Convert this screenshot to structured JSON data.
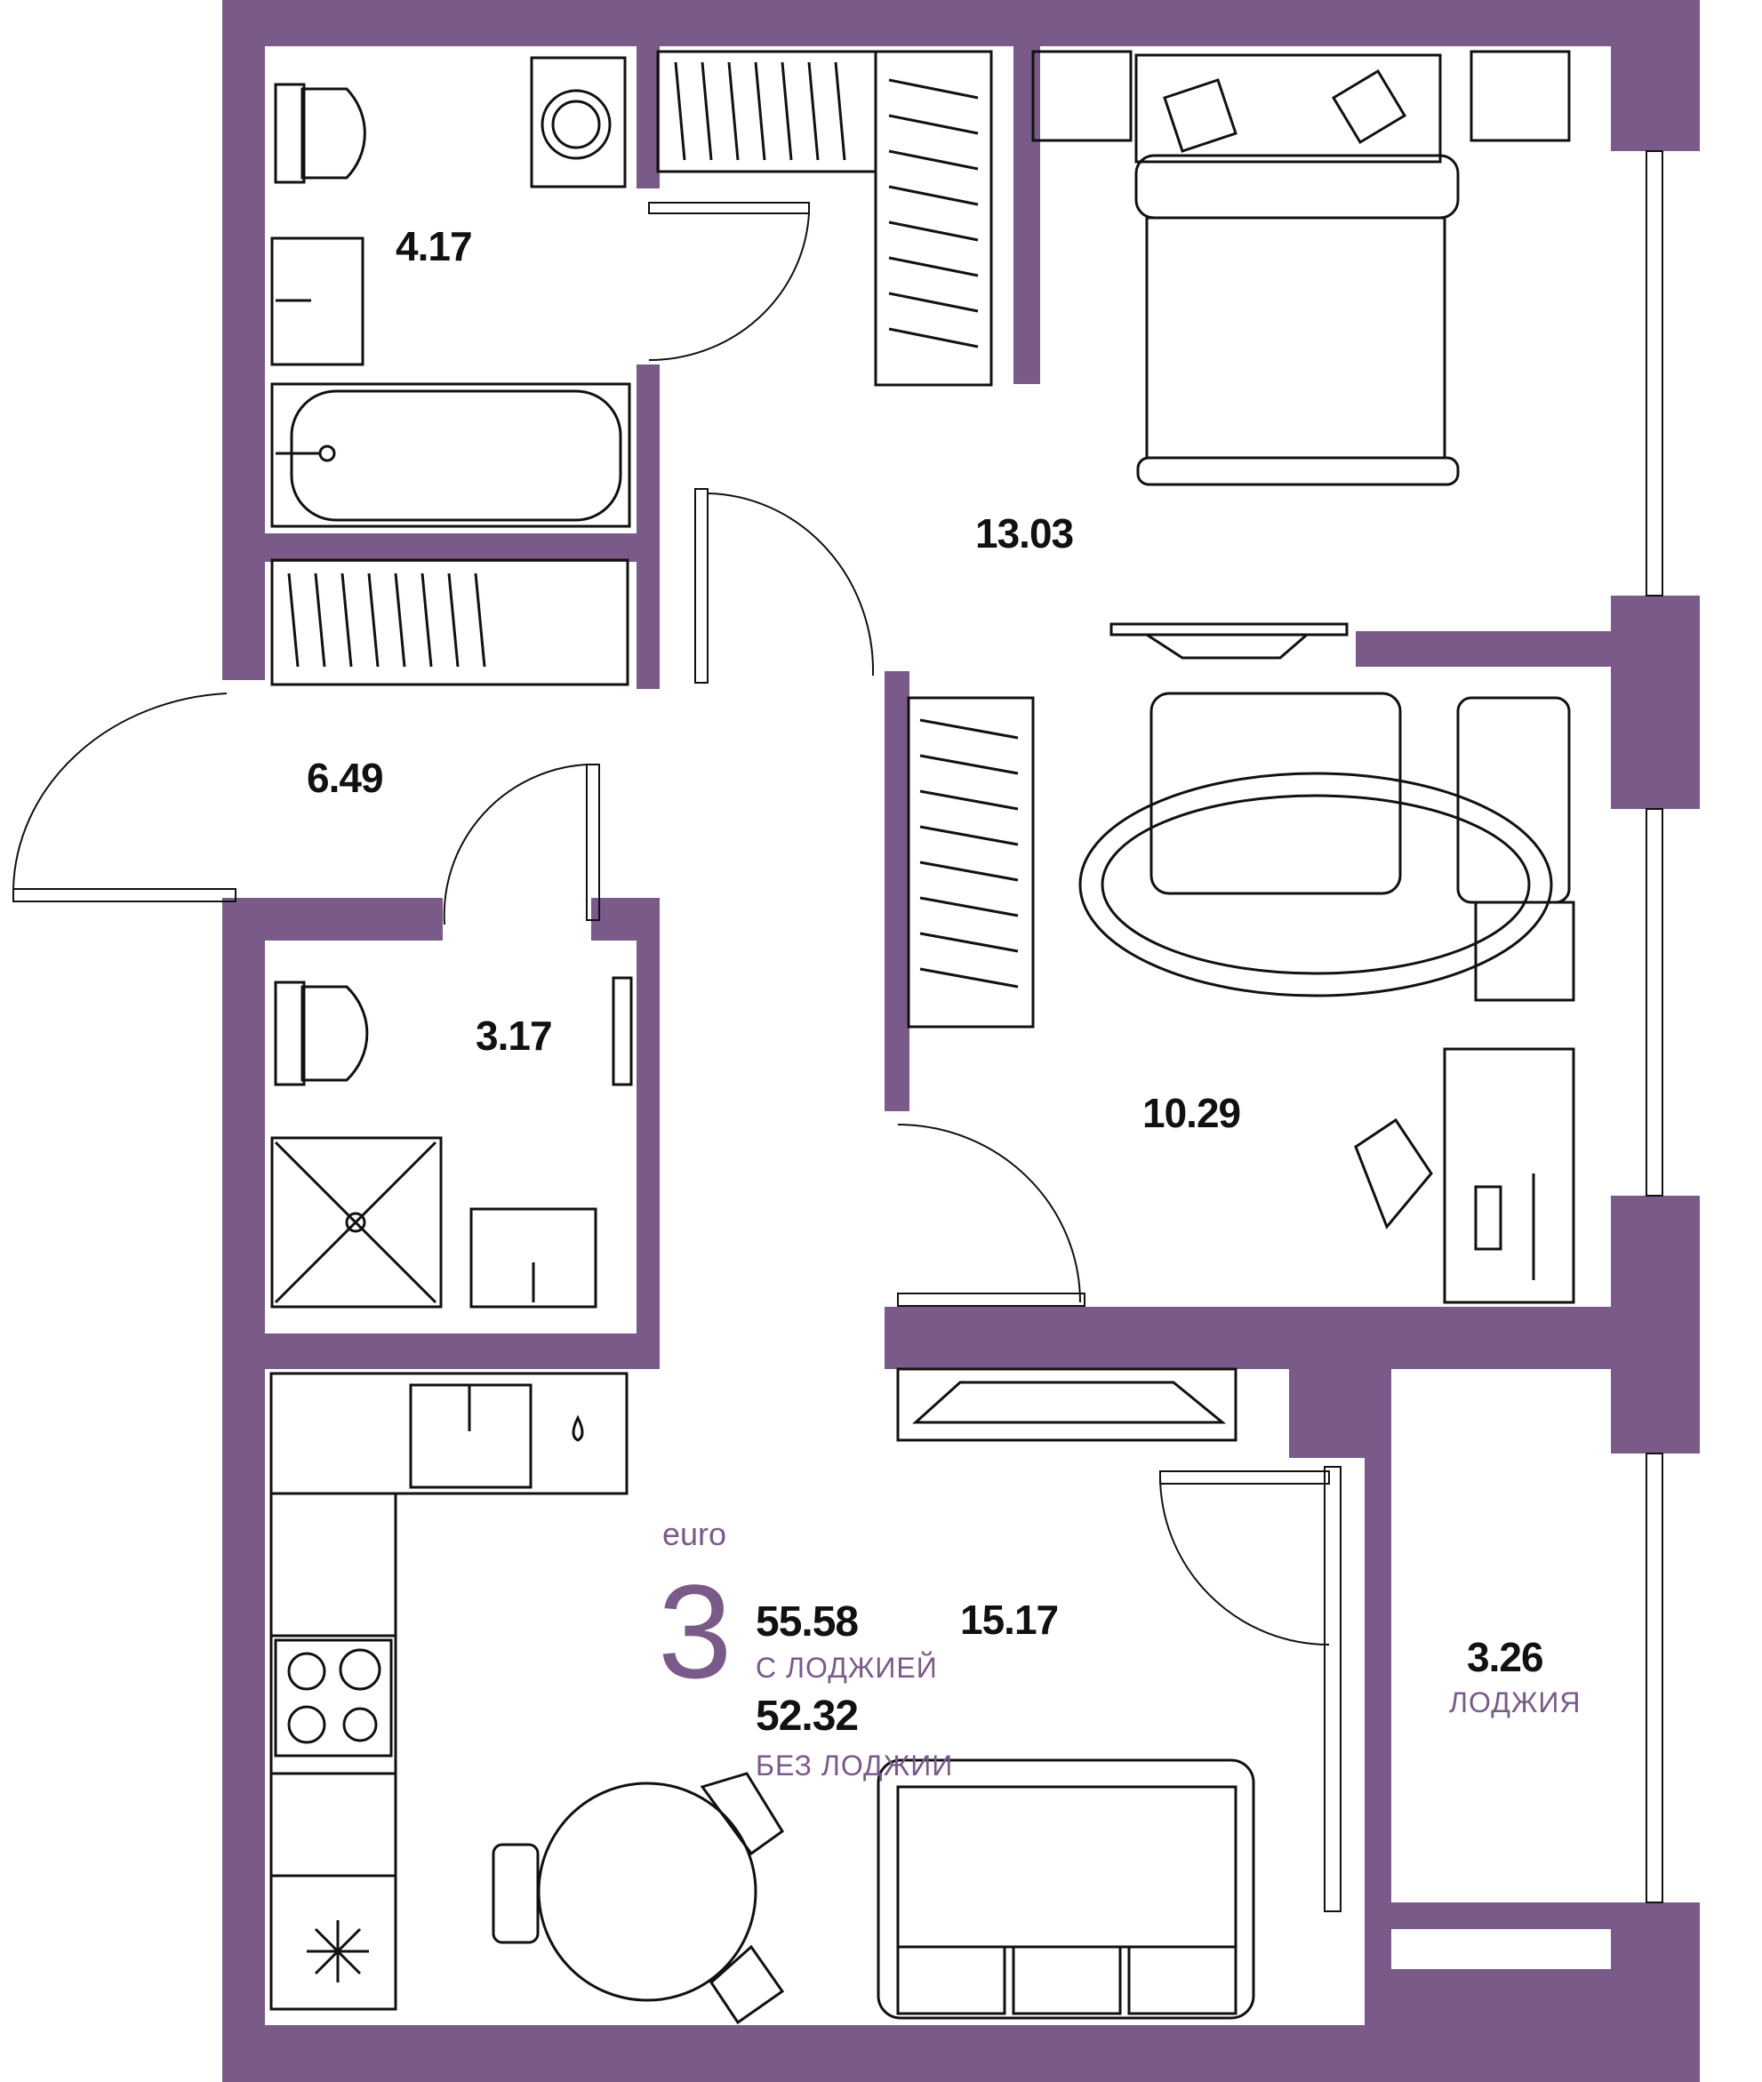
{
  "colors": {
    "wall": "#7a5a88",
    "line": "#111111",
    "accent": "#7a5a88"
  },
  "apartment": {
    "type_tag": "euro",
    "rooms": "3",
    "total_area": "55.58",
    "total_area_caption": "С ЛОДЖИЕЙ",
    "area_without_loggia": "52.32",
    "area_without_loggia_caption": "БЕЗ ЛОДЖИИ"
  },
  "rooms": {
    "bathroom": {
      "area": "4.17"
    },
    "bedroom": {
      "area": "13.03"
    },
    "hall": {
      "area": "6.49"
    },
    "toilet": {
      "area": "3.17"
    },
    "second_bedroom": {
      "area": "10.29"
    },
    "kitchen_living": {
      "area": "15.17"
    },
    "loggia": {
      "area": "3.26",
      "caption": "ЛОДЖИЯ"
    }
  },
  "icons": [
    "bed-icon",
    "wardrobe-icon",
    "washing-machine-icon",
    "toilet-icon",
    "bathtub-icon",
    "sink-icon",
    "shower-icon",
    "tv-icon",
    "desk-icon",
    "sofa-icon",
    "dining-table-icon",
    "stove-icon",
    "fridge-icon",
    "door-icon",
    "window-icon"
  ]
}
